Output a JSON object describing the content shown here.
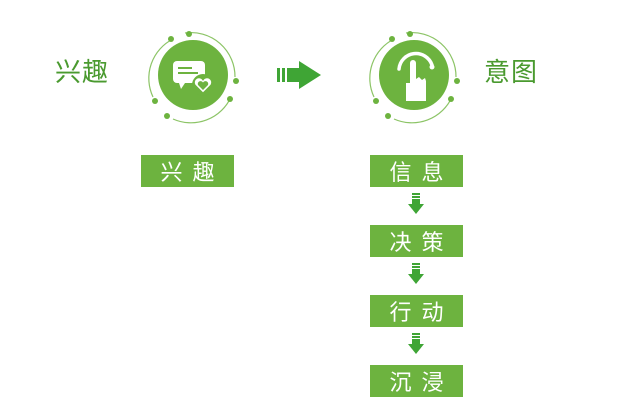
{
  "left_node": {
    "title": "兴趣",
    "icon": "chat-heart-icon",
    "box_label": "兴趣"
  },
  "right_node": {
    "title": "意图",
    "icon": "hand-tap-icon"
  },
  "connector": {
    "icon": "right-arrow-icon"
  },
  "steps": [
    {
      "label": "信息"
    },
    {
      "label": "决策"
    },
    {
      "label": "行动"
    },
    {
      "label": "沉浸"
    }
  ],
  "colors": {
    "circle_fill": "#6db33f",
    "ring": "#6db33f",
    "text_green": "#4a9a2f",
    "box_fill": "#6db33f",
    "arrow": "#3fa535"
  }
}
